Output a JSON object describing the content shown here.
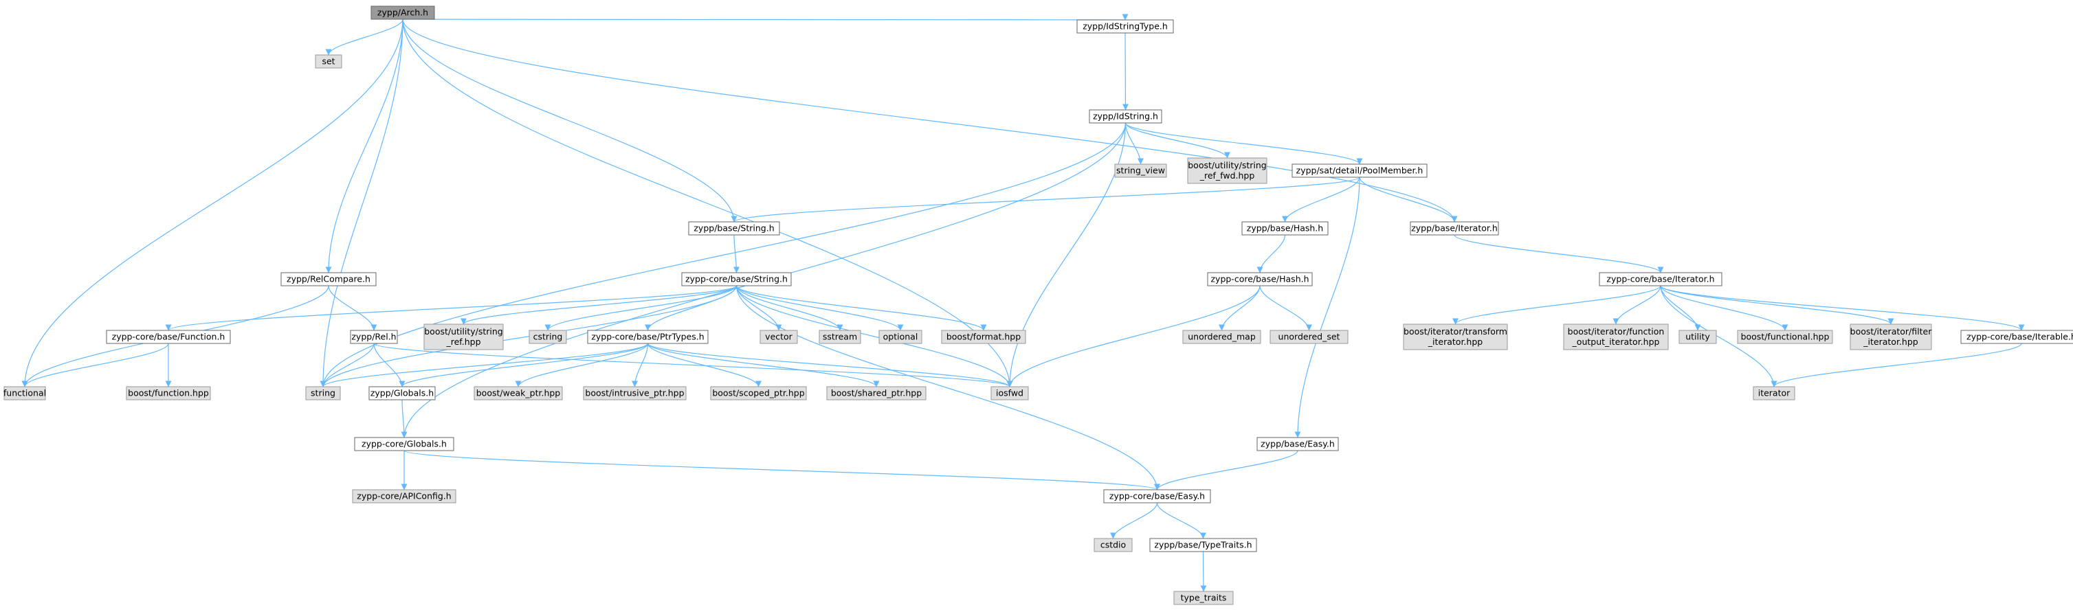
{
  "colors": {
    "edge": "#63b8ff",
    "root_fill": "#999999",
    "root_stroke": "#666666",
    "local_fill": "#ffffff",
    "local_stroke": "#666666",
    "external_fill": "#e0e0e0",
    "external_stroke": "#999999"
  },
  "nodes": [
    {
      "id": "arch",
      "lines": [
        "zypp/Arch.h"
      ],
      "kind": "root"
    },
    {
      "id": "functional",
      "lines": [
        "functional"
      ],
      "kind": "external"
    },
    {
      "id": "set",
      "lines": [
        "set"
      ],
      "kind": "external"
    },
    {
      "id": "string",
      "lines": [
        "string"
      ],
      "kind": "external"
    },
    {
      "id": "relcompare",
      "lines": [
        "zypp/RelCompare.h"
      ],
      "kind": "local"
    },
    {
      "id": "base_string",
      "lines": [
        "zypp/base/String.h"
      ],
      "kind": "local"
    },
    {
      "id": "idstringtype",
      "lines": [
        "zypp/IdStringType.h"
      ],
      "kind": "local"
    },
    {
      "id": "idstring",
      "lines": [
        "zypp/IdString.h"
      ],
      "kind": "local"
    },
    {
      "id": "string_view",
      "lines": [
        "string_view"
      ],
      "kind": "external"
    },
    {
      "id": "string_ref_fwd",
      "lines": [
        "boost/utility/string",
        "_ref_fwd.hpp"
      ],
      "kind": "external"
    },
    {
      "id": "poolmember",
      "lines": [
        "zypp/sat/detail/PoolMember.h"
      ],
      "kind": "local"
    },
    {
      "id": "base_iterator",
      "lines": [
        "zypp/base/Iterator.h"
      ],
      "kind": "local"
    },
    {
      "id": "base_hash",
      "lines": [
        "zypp/base/Hash.h"
      ],
      "kind": "local"
    },
    {
      "id": "core_hash",
      "lines": [
        "zypp-core/base/Hash.h"
      ],
      "kind": "local"
    },
    {
      "id": "unordered_map",
      "lines": [
        "unordered_map"
      ],
      "kind": "external"
    },
    {
      "id": "unordered_set",
      "lines": [
        "unordered_set"
      ],
      "kind": "external"
    },
    {
      "id": "core_string",
      "lines": [
        "zypp-core/base/String.h"
      ],
      "kind": "local"
    },
    {
      "id": "function",
      "lines": [
        "zypp-core/base/Function.h"
      ],
      "kind": "local"
    },
    {
      "id": "boost_function",
      "lines": [
        "boost/function.hpp"
      ],
      "kind": "external"
    },
    {
      "id": "rel",
      "lines": [
        "zypp/Rel.h"
      ],
      "kind": "local"
    },
    {
      "id": "string_ref",
      "lines": [
        "boost/utility/string",
        "_ref.hpp"
      ],
      "kind": "external"
    },
    {
      "id": "cstring",
      "lines": [
        "cstring"
      ],
      "kind": "external"
    },
    {
      "id": "ptrtypes",
      "lines": [
        "zypp-core/base/PtrTypes.h"
      ],
      "kind": "local"
    },
    {
      "id": "vector",
      "lines": [
        "vector"
      ],
      "kind": "external"
    },
    {
      "id": "sstream",
      "lines": [
        "sstream"
      ],
      "kind": "external"
    },
    {
      "id": "optional",
      "lines": [
        "optional"
      ],
      "kind": "external"
    },
    {
      "id": "boost_format",
      "lines": [
        "boost/format.hpp"
      ],
      "kind": "external"
    },
    {
      "id": "iosfwd",
      "lines": [
        "iosfwd"
      ],
      "kind": "external"
    },
    {
      "id": "globals",
      "lines": [
        "zypp/Globals.h"
      ],
      "kind": "local"
    },
    {
      "id": "weak_ptr",
      "lines": [
        "boost/weak_ptr.hpp"
      ],
      "kind": "external"
    },
    {
      "id": "intrusive_ptr",
      "lines": [
        "boost/intrusive_ptr.hpp"
      ],
      "kind": "external"
    },
    {
      "id": "scoped_ptr",
      "lines": [
        "boost/scoped_ptr.hpp"
      ],
      "kind": "external"
    },
    {
      "id": "shared_ptr",
      "lines": [
        "boost/shared_ptr.hpp"
      ],
      "kind": "external"
    },
    {
      "id": "core_globals",
      "lines": [
        "zypp-core/Globals.h"
      ],
      "kind": "local"
    },
    {
      "id": "apiconfig",
      "lines": [
        "zypp-core/APIConfig.h"
      ],
      "kind": "external"
    },
    {
      "id": "core_easy",
      "lines": [
        "zypp-core/base/Easy.h"
      ],
      "kind": "local"
    },
    {
      "id": "base_easy",
      "lines": [
        "zypp/base/Easy.h"
      ],
      "kind": "local"
    },
    {
      "id": "cstdio",
      "lines": [
        "cstdio"
      ],
      "kind": "external"
    },
    {
      "id": "typetraits",
      "lines": [
        "zypp/base/TypeTraits.h"
      ],
      "kind": "local"
    },
    {
      "id": "type_traits",
      "lines": [
        "type_traits"
      ],
      "kind": "external"
    },
    {
      "id": "core_iterator",
      "lines": [
        "zypp-core/base/Iterator.h"
      ],
      "kind": "local"
    },
    {
      "id": "transform_iterator",
      "lines": [
        "boost/iterator/transform",
        "_iterator.hpp"
      ],
      "kind": "external"
    },
    {
      "id": "function_output_iterator",
      "lines": [
        "boost/iterator/function",
        "_output_iterator.hpp"
      ],
      "kind": "external"
    },
    {
      "id": "utility",
      "lines": [
        "utility"
      ],
      "kind": "external"
    },
    {
      "id": "boost_functional",
      "lines": [
        "boost/functional.hpp"
      ],
      "kind": "external"
    },
    {
      "id": "filter_iterator",
      "lines": [
        "boost/iterator/filter",
        "_iterator.hpp"
      ],
      "kind": "external"
    },
    {
      "id": "iterable",
      "lines": [
        "zypp-core/base/Iterable.h"
      ],
      "kind": "local"
    },
    {
      "id": "iterator",
      "lines": [
        "iterator"
      ],
      "kind": "external"
    }
  ],
  "edges": [
    [
      "arch",
      "functional"
    ],
    [
      "arch",
      "set"
    ],
    [
      "arch",
      "string"
    ],
    [
      "arch",
      "relcompare"
    ],
    [
      "arch",
      "base_string"
    ],
    [
      "arch",
      "idstringtype"
    ],
    [
      "arch",
      "iosfwd"
    ],
    [
      "arch",
      "base_iterator"
    ],
    [
      "idstringtype",
      "idstring"
    ],
    [
      "idstring",
      "string"
    ],
    [
      "idstring",
      "string_view"
    ],
    [
      "idstring",
      "string_ref_fwd"
    ],
    [
      "idstring",
      "poolmember"
    ],
    [
      "idstring",
      "iosfwd"
    ],
    [
      "idstring",
      "core_globals"
    ],
    [
      "poolmember",
      "base_string"
    ],
    [
      "poolmember",
      "base_hash"
    ],
    [
      "poolmember",
      "base_iterator"
    ],
    [
      "poolmember",
      "base_easy"
    ],
    [
      "base_hash",
      "core_hash"
    ],
    [
      "core_hash",
      "unordered_map"
    ],
    [
      "core_hash",
      "unordered_set"
    ],
    [
      "core_hash",
      "iosfwd"
    ],
    [
      "base_string",
      "core_string"
    ],
    [
      "relcompare",
      "functional"
    ],
    [
      "relcompare",
      "rel"
    ],
    [
      "rel",
      "string"
    ],
    [
      "rel",
      "iosfwd"
    ],
    [
      "rel",
      "globals"
    ],
    [
      "core_string",
      "function"
    ],
    [
      "core_string",
      "string_ref"
    ],
    [
      "core_string",
      "cstring"
    ],
    [
      "core_string",
      "ptrtypes"
    ],
    [
      "core_string",
      "vector"
    ],
    [
      "core_string",
      "sstream"
    ],
    [
      "core_string",
      "optional"
    ],
    [
      "core_string",
      "boost_format"
    ],
    [
      "core_string",
      "iosfwd"
    ],
    [
      "core_string",
      "string"
    ],
    [
      "core_string",
      "core_easy"
    ],
    [
      "function",
      "functional"
    ],
    [
      "function",
      "boost_function"
    ],
    [
      "ptrtypes",
      "string"
    ],
    [
      "ptrtypes",
      "iosfwd"
    ],
    [
      "ptrtypes",
      "globals"
    ],
    [
      "ptrtypes",
      "weak_ptr"
    ],
    [
      "ptrtypes",
      "intrusive_ptr"
    ],
    [
      "ptrtypes",
      "scoped_ptr"
    ],
    [
      "ptrtypes",
      "shared_ptr"
    ],
    [
      "globals",
      "core_globals"
    ],
    [
      "core_globals",
      "apiconfig"
    ],
    [
      "core_globals",
      "core_easy"
    ],
    [
      "base_easy",
      "core_easy"
    ],
    [
      "core_easy",
      "cstdio"
    ],
    [
      "core_easy",
      "typetraits"
    ],
    [
      "typetraits",
      "type_traits"
    ],
    [
      "base_iterator",
      "core_iterator"
    ],
    [
      "core_iterator",
      "transform_iterator"
    ],
    [
      "core_iterator",
      "function_output_iterator"
    ],
    [
      "core_iterator",
      "utility"
    ],
    [
      "core_iterator",
      "boost_functional"
    ],
    [
      "core_iterator",
      "filter_iterator"
    ],
    [
      "core_iterator",
      "iterable"
    ],
    [
      "core_iterator",
      "iterator"
    ],
    [
      "iterable",
      "iterator"
    ]
  ]
}
